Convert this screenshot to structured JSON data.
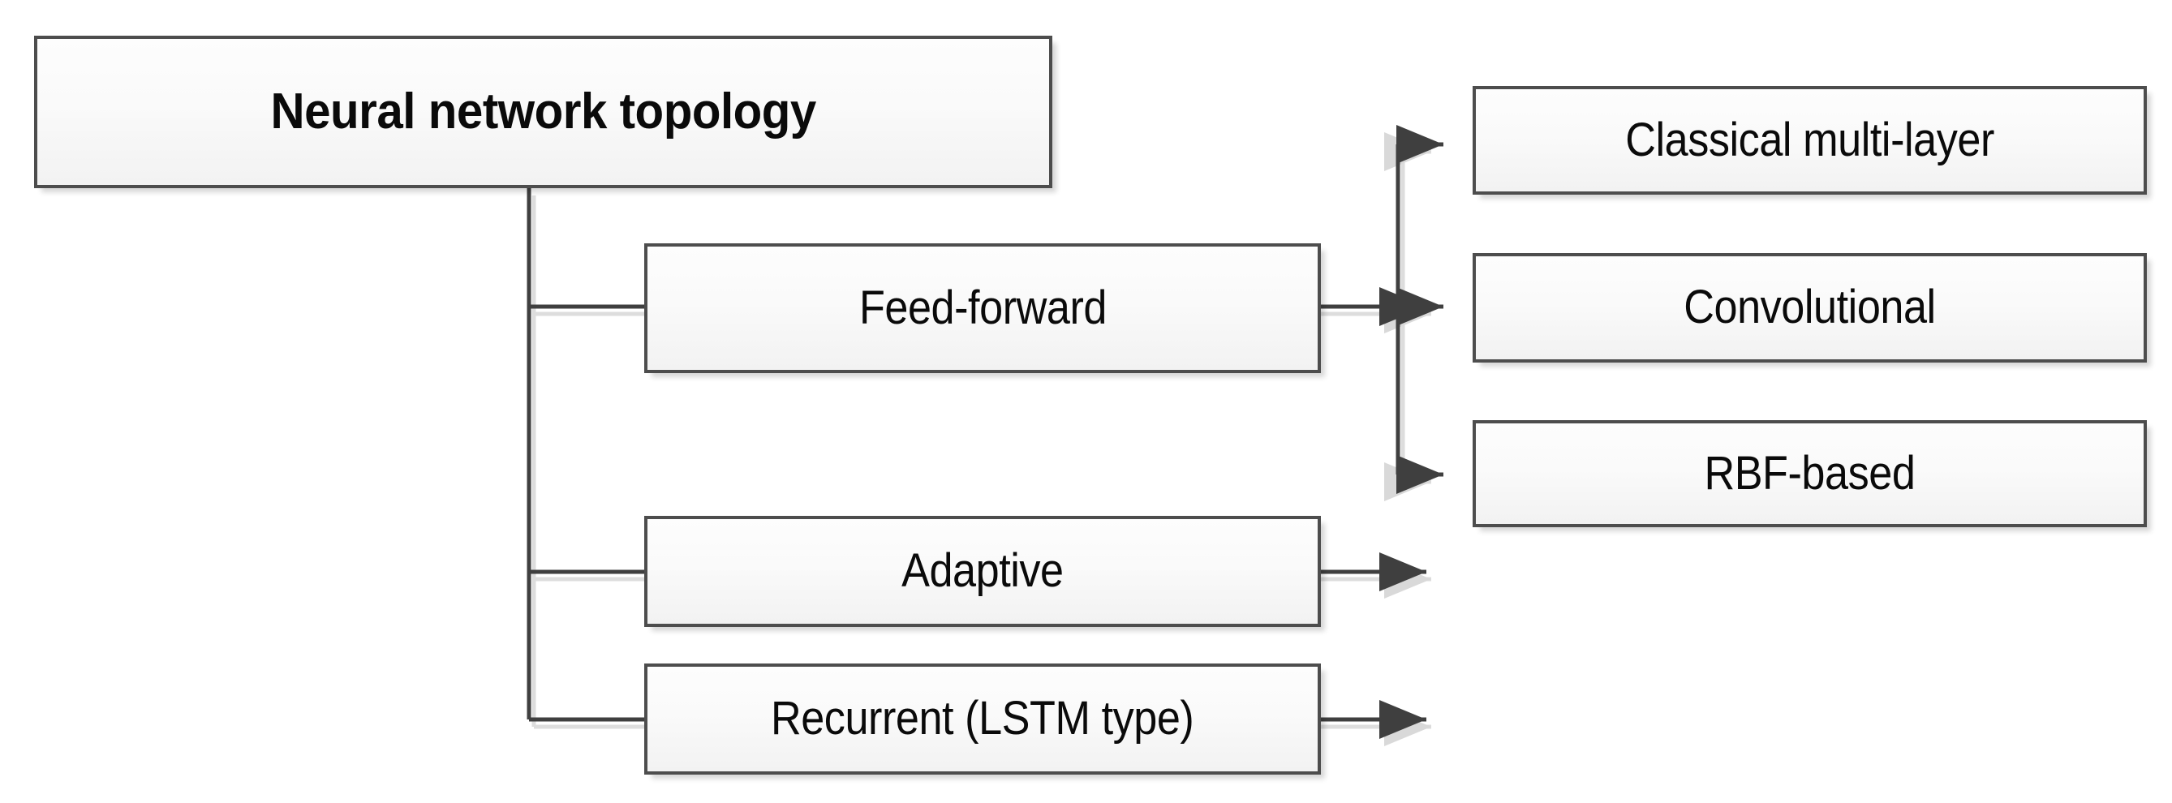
{
  "diagram": {
    "title": "Neural network topology",
    "type": "hierarchy-tree",
    "root": {
      "id": "root",
      "label": "Neural network topology",
      "bold": true
    },
    "level2": [
      {
        "id": "feedforward",
        "label": "Feed-forward"
      },
      {
        "id": "adaptive",
        "label": "Adaptive"
      },
      {
        "id": "recurrent",
        "label": "Recurrent (LSTM type)"
      }
    ],
    "level3": [
      {
        "id": "classical",
        "label": "Classical multi-layer"
      },
      {
        "id": "convolutional",
        "label": "Convolutional"
      },
      {
        "id": "rbf",
        "label": "RBF-based"
      }
    ],
    "edges": [
      {
        "from": "root",
        "to": "feedforward"
      },
      {
        "from": "root",
        "to": "adaptive"
      },
      {
        "from": "root",
        "to": "recurrent"
      },
      {
        "from": "feedforward",
        "to": "classical"
      },
      {
        "from": "feedforward",
        "to": "convolutional"
      },
      {
        "from": "feedforward",
        "to": "rbf"
      }
    ],
    "style": {
      "box_fill": "#fafafa",
      "box_border": "#4d4d4d",
      "text_color": "#0a0a0a",
      "connector_color": "#3f3f3f",
      "arrow_color": "#3f3f3f",
      "background": "#ffffff",
      "shadow_color": "#cccccc"
    }
  }
}
